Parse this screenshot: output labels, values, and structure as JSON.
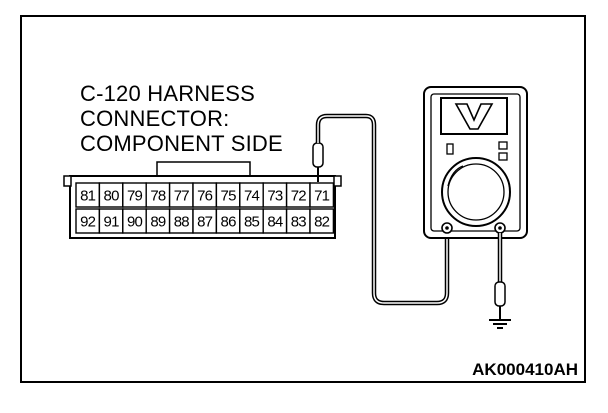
{
  "connector": {
    "title_lines": [
      "C-120 HARNESS",
      "CONNECTOR:",
      "COMPONENT SIDE"
    ],
    "top_row": [
      "81",
      "80",
      "79",
      "78",
      "77",
      "76",
      "75",
      "74",
      "73",
      "72",
      "71"
    ],
    "bottom_row": [
      "92",
      "91",
      "90",
      "89",
      "88",
      "87",
      "86",
      "85",
      "84",
      "83",
      "82"
    ],
    "probed_pin": "71"
  },
  "meter": {
    "display_icon": "voltage-v-symbol-icon",
    "terminal_count": 2
  },
  "ground": {
    "icon": "ground-symbol-icon"
  },
  "reference_code": "AK000410AH"
}
